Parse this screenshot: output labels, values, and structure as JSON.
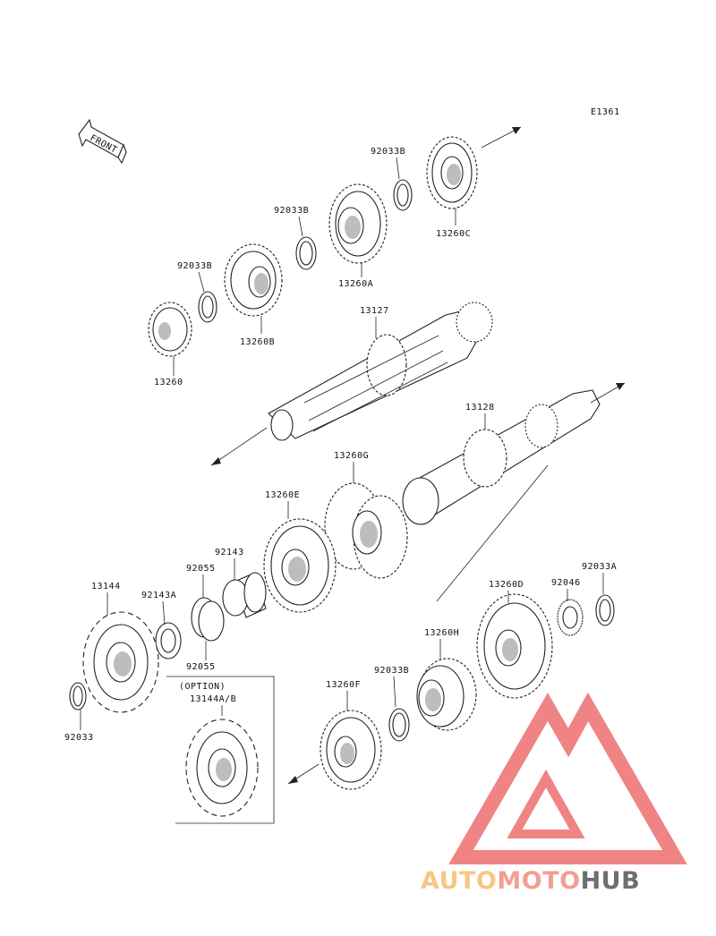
{
  "diagram_code": "E1361",
  "front_label": "FRONT",
  "option_label": "(OPTION)",
  "parts": {
    "p92033B_1": "92033B",
    "p13260C": "13260C",
    "p92033B_2": "92033B",
    "p13260A": "13260A",
    "p92033B_3": "92033B",
    "p13260B": "13260B",
    "p13260": "13260",
    "p13127": "13127",
    "p13128": "13128",
    "p13260G": "13260G",
    "p13260E": "13260E",
    "p92143": "92143",
    "p92055_top": "92055",
    "p92143A": "92143A",
    "p13144": "13144",
    "p92055_bot": "92055",
    "p92033": "92033",
    "p13144AB": "13144A/B",
    "p13260D": "13260D",
    "p92046": "92046",
    "p92033A": "92033A",
    "p13260H": "13260H",
    "p92033B_4": "92033B",
    "p13260F": "13260F"
  },
  "watermark": {
    "part1": "AUTO",
    "part2": "MOTO",
    "part3": "HUB",
    "color_light": "#f7c685",
    "color_mid": "#f19f93",
    "color_dark": "#6e6e6e",
    "triangle_color": "#ee6f6f"
  }
}
